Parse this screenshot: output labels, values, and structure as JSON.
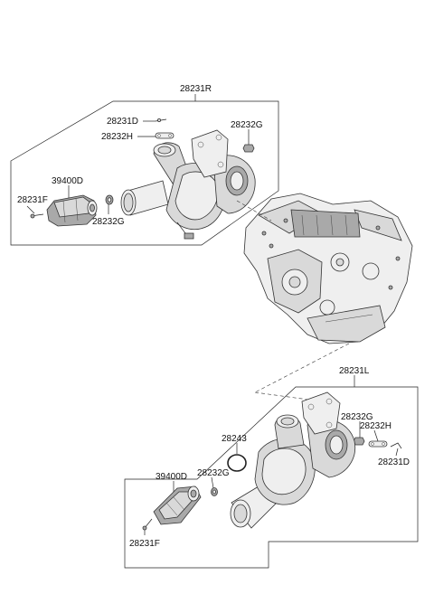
{
  "labels": {
    "turbo_right": "28231R",
    "bolt_upper_r": "28231D",
    "gasket_upper_r": "28232H",
    "nut_upper_r": "28232G",
    "actuator_r": "39400D",
    "bolt_left_r": "28231F",
    "nut_lower_r": "28232G",
    "turbo_left": "28231L",
    "nut_right_l": "28232G",
    "gasket_right_l": "28232H",
    "oring_l": "28243",
    "nut_mid_l": "28232G",
    "actuator_l": "39400D",
    "bolt_right_l": "28231D",
    "bolt_bottom_l": "28231F"
  }
}
